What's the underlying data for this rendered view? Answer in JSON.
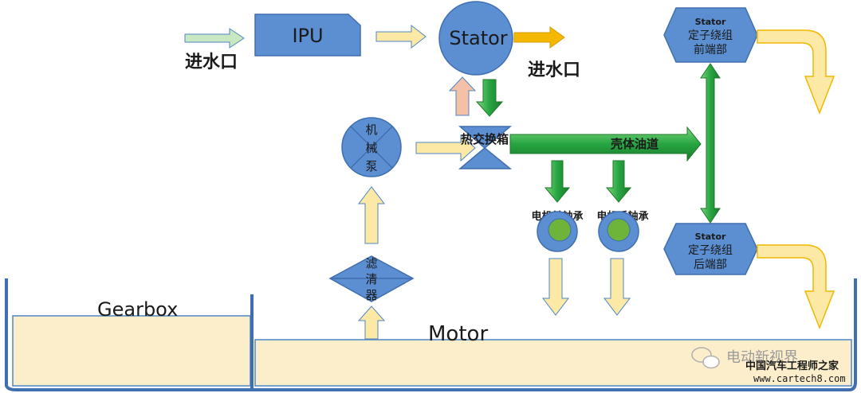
{
  "labels": {
    "ipu": "IPU",
    "stator": "Stator",
    "water_inlet_left": "进水口",
    "water_inlet_right": "进水口",
    "pump": [
      "机",
      "械",
      "泵"
    ],
    "heat_exchanger": "热交换箱",
    "housing_channel": "壳体油道",
    "front_bearing": "电机前轴承",
    "rear_bearing": "电机后轴承",
    "filter": [
      "滤",
      "清",
      "器"
    ],
    "front_end": [
      "Stator",
      "定子绕组",
      "前端部"
    ],
    "rear_end": [
      "Stator",
      "定子绕组",
      "后端部"
    ],
    "gearbox": "Gearbox",
    "motor": "Motor"
  },
  "watermark": {
    "account": "电动新视界",
    "site_cn": "中国汽车工程师之家",
    "site_url": "www.cartech8.com"
  },
  "colors": {
    "shape_blue": "#5b8fd2",
    "outline_blue": "#3f6fb0",
    "arrow_yellow": "#fde9a6",
    "arrow_yellow_stroke": "#4f86c6",
    "arrow_gold": "#f5b800",
    "arrow_green": "#2ca64a",
    "arrow_green_dark": "#1f7a2a",
    "arrow_pink": "#f4c0a8",
    "arrow_lightgreen": "#c7e8c0",
    "oil_fill": "#fdeecb",
    "bearing_green": "#6fb43a"
  }
}
